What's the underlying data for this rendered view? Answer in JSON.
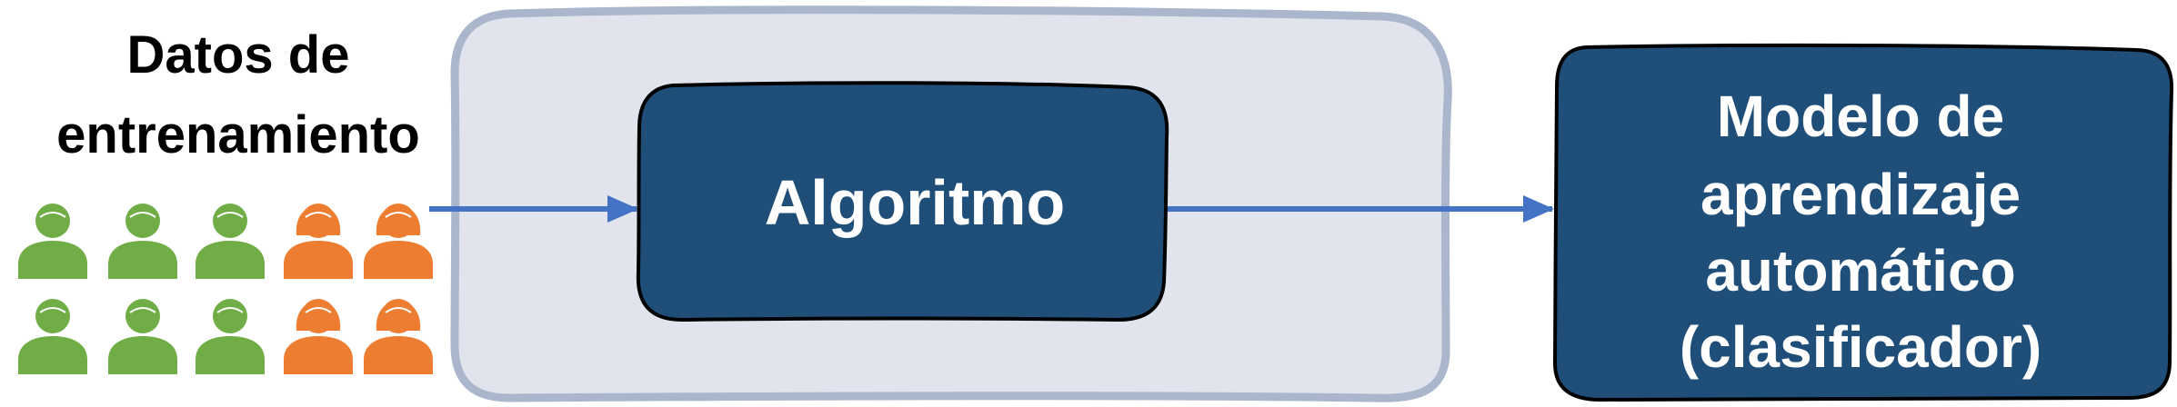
{
  "training_data": {
    "title_line1": "Datos de",
    "title_line2": "entrenamiento",
    "people_row1": [
      "green",
      "green",
      "green",
      "orange",
      "orange"
    ],
    "people_row2": [
      "green",
      "green",
      "green",
      "orange",
      "orange"
    ]
  },
  "algorithm": {
    "label": "Algoritmo"
  },
  "model": {
    "line1": "Modelo de",
    "line2": "aprendizaje",
    "line3": "automático",
    "line4": "(clasificador)"
  },
  "colors": {
    "green": "#70ad47",
    "orange": "#ed7d31",
    "navy": "#1f4e79",
    "outer_fill": "#e1e4ec",
    "outer_stroke": "#a9b6cc",
    "arrow": "#4472c4"
  }
}
